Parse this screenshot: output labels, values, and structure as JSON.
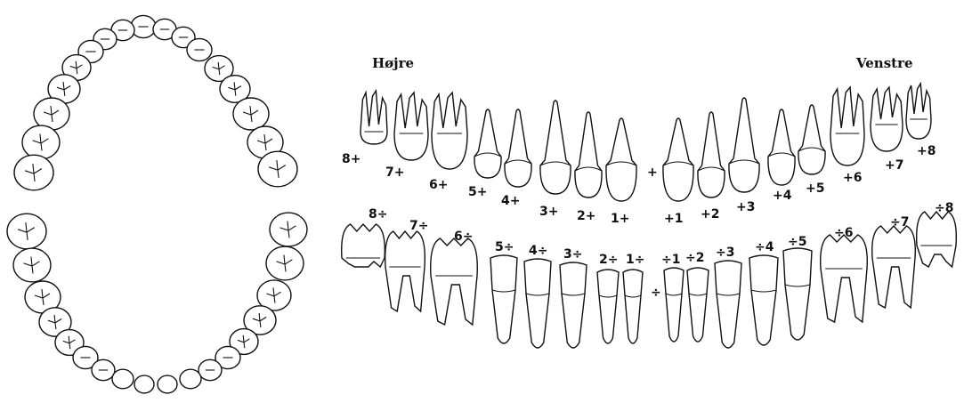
{
  "labels": {
    "right": "Højre",
    "left": "Venstre",
    "midline_upper": "+",
    "midline_lower": "÷"
  },
  "upper_numbers": [
    "8+",
    "7+",
    "6+",
    "5+",
    "4+",
    "3+",
    "2+",
    "1+",
    "+1",
    "+2",
    "+3",
    "+4",
    "+5",
    "+6",
    "+7",
    "+8"
  ],
  "lower_numbers": [
    "8÷",
    "7÷",
    "6÷",
    "5÷",
    "4÷",
    "3÷",
    "2÷",
    "1÷",
    "÷1",
    "÷2",
    "÷3",
    "÷4",
    "÷5",
    "÷6",
    "÷7",
    "÷8"
  ]
}
